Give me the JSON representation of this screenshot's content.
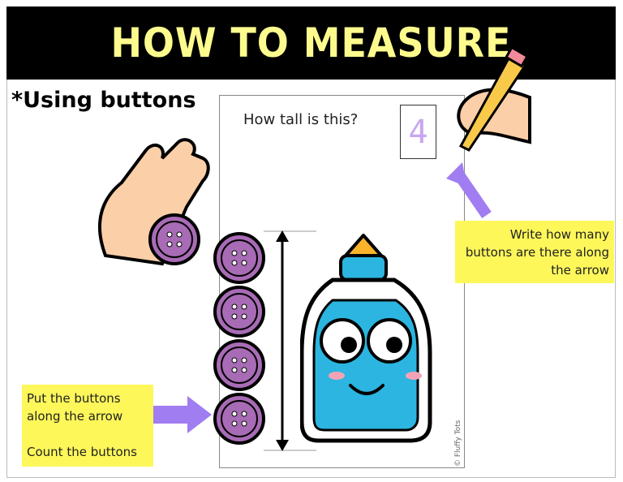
{
  "header": {
    "title": "HOW TO MEASURE"
  },
  "subtitle": "*Using buttons",
  "worksheet": {
    "question": "How tall is this?",
    "answer": "4",
    "copyright": "© Fluffy Tots"
  },
  "notes": {
    "right": [
      "Write how many",
      "buttons are there along",
      "the arrow"
    ],
    "left": [
      "Put the buttons",
      "along the arrow",
      "",
      "Count the buttons"
    ]
  },
  "colors": {
    "title": "#fdfb8e",
    "note": "#fdf75a",
    "button": "#a86bb5",
    "arrow": "#a17df2",
    "glue": "#2bb5e0"
  }
}
